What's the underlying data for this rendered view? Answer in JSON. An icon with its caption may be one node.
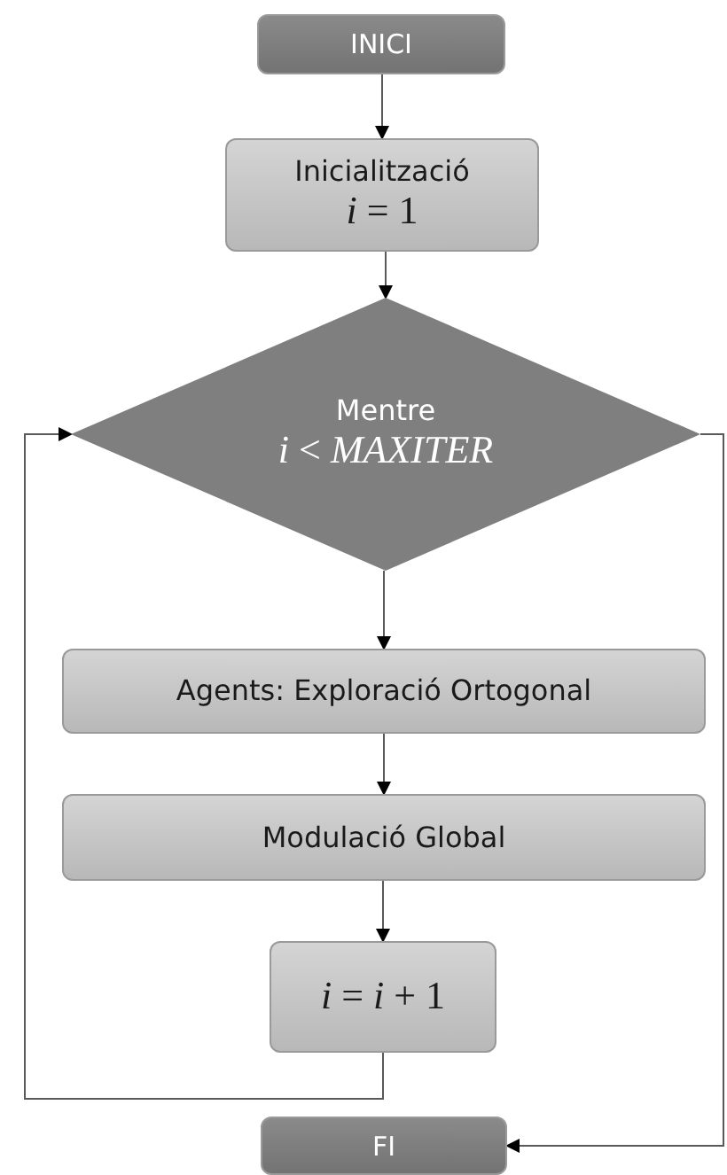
{
  "diagram": {
    "nodes": [
      {
        "text": [
          "INICI"
        ]
      },
      {
        "text": [
          "Inicialització",
          "*i* = 1"
        ]
      },
      {
        "text": [
          "Mentre",
          "*i* < *MAXITER*"
        ]
      },
      {
        "text": [
          "Agents: Exploració Ortogonal"
        ]
      },
      {
        "text": [
          "Modulació Global"
        ]
      },
      {
        "text": [
          "*i* = *i* + 1"
        ]
      },
      {
        "text": [
          "FI"
        ]
      }
    ],
    "edges": [
      {
        "from": 0,
        "to": 1,
        "arrow": "to"
      },
      {
        "from": 1,
        "to": 2,
        "arrow": "to"
      },
      {
        "from": 2,
        "to": 3,
        "arrow": "to"
      },
      {
        "from": 3,
        "to": 4,
        "arrow": "to"
      },
      {
        "from": 4,
        "to": 5,
        "arrow": "to"
      },
      {
        "from": 5,
        "to": 2,
        "arrow": "to"
      },
      {
        "from": 2,
        "to": 6,
        "arrow": "to"
      }
    ]
  }
}
